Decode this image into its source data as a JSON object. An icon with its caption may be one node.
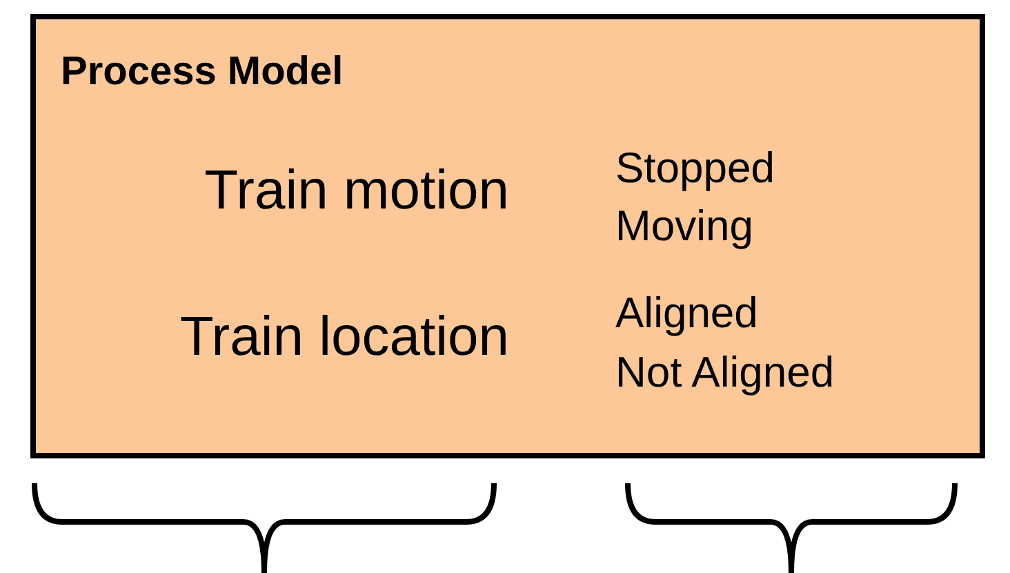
{
  "diagram": {
    "nodes": [
      {
        "text": [
          "Process Model"
        ]
      }
    ],
    "labels": [
      "Train motion",
      "Stopped",
      "Moving",
      "Train location",
      "Aligned",
      "Not Aligned"
    ]
  }
}
